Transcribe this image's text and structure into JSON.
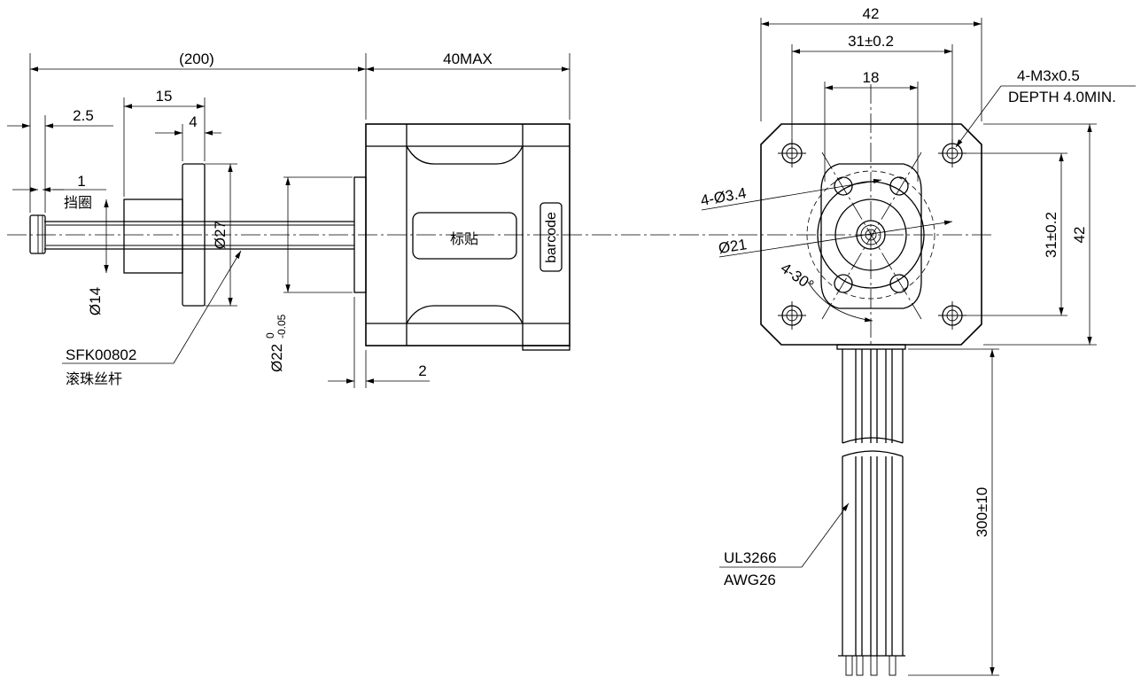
{
  "side_view": {
    "dim_overall_length": "(200)",
    "dim_motor_length": "40MAX",
    "dim_end_2_5": "2.5",
    "dim_nut_15": "15",
    "dim_flange_4": "4",
    "dim_ring_1": "1",
    "ring_label": "挡圈",
    "dim_dia_27": "Ø27",
    "dim_dia_14": "Ø14",
    "dim_pilot_dia": "Ø22",
    "dim_pilot_tol_upper": "0",
    "dim_pilot_tol_lower": "-0.05",
    "dim_pilot_2": "2",
    "screw_part_no": "SFK00802",
    "screw_desc": "滚珠丝杆",
    "sticker_label": "标贴",
    "barcode_label": "barcode"
  },
  "front_view": {
    "dim_width_42": "42",
    "dim_hole_spacing_h": "31±0.2",
    "dim_18": "18",
    "thread_spec": "4-M3x0.5",
    "thread_depth": "DEPTH 4.0MIN.",
    "dim_hole_spacing_v": "31±0.2",
    "dim_height_42": "42",
    "dim_holes_3_4": "4-Ø3.4",
    "dim_boss_21": "Ø21",
    "dim_angle_30": "4-30°"
  },
  "leads": {
    "cable_spec": "UL3266",
    "wire_gauge": "AWG26",
    "dim_lead_length": "300±10"
  }
}
